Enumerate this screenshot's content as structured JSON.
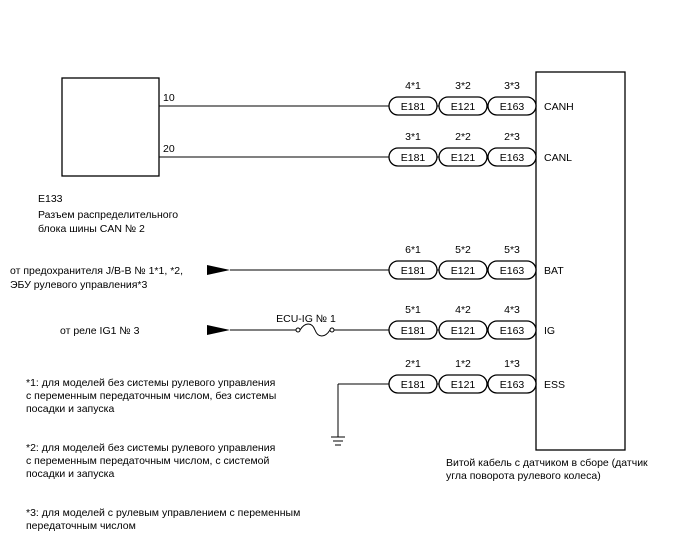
{
  "left_connector": {
    "code": "E133",
    "desc_line1": "Разъем распределительного",
    "desc_line2": "блока шины CAN № 2",
    "pin_canh": "10",
    "pin_canl": "20"
  },
  "connectors": [
    "E181",
    "E121",
    "E163"
  ],
  "rows": [
    {
      "signal": "CANH",
      "pins": [
        "4*1",
        "3*2",
        "3*3"
      ]
    },
    {
      "signal": "CANL",
      "pins": [
        "3*1",
        "2*2",
        "2*3"
      ]
    },
    {
      "signal": "BAT",
      "pins": [
        "6*1",
        "5*2",
        "5*3"
      ]
    },
    {
      "signal": "IG",
      "pins": [
        "5*1",
        "4*2",
        "4*3"
      ]
    },
    {
      "signal": "ESS",
      "pins": [
        "2*1",
        "1*2",
        "1*3"
      ]
    }
  ],
  "bat_source": {
    "line1": "от предохранителя J/B-B № 1*1, *2,",
    "line2": "ЭБУ рулевого управления*3"
  },
  "ig_source": {
    "label": "от реле IG1 № 3",
    "fuse": "ECU-IG № 1"
  },
  "notes": {
    "n1_line1": "*1: для моделей без системы рулевого управления",
    "n1_line2": "с переменным передаточным числом, без системы",
    "n1_line3": "посадки и запуска",
    "n2_line1": "*2: для моделей без системы рулевого управления",
    "n2_line2": "с переменным передаточным числом, с системой",
    "n2_line3": "посадки и запуска",
    "n3_line1": "*3: для моделей с рулевым управлением с переменным",
    "n3_line2": "передаточным числом"
  },
  "right_component": {
    "line1": "Витой кабель с датчиком в сборе (датчик",
    "line2": "угла поворота рулевого колеса)"
  }
}
